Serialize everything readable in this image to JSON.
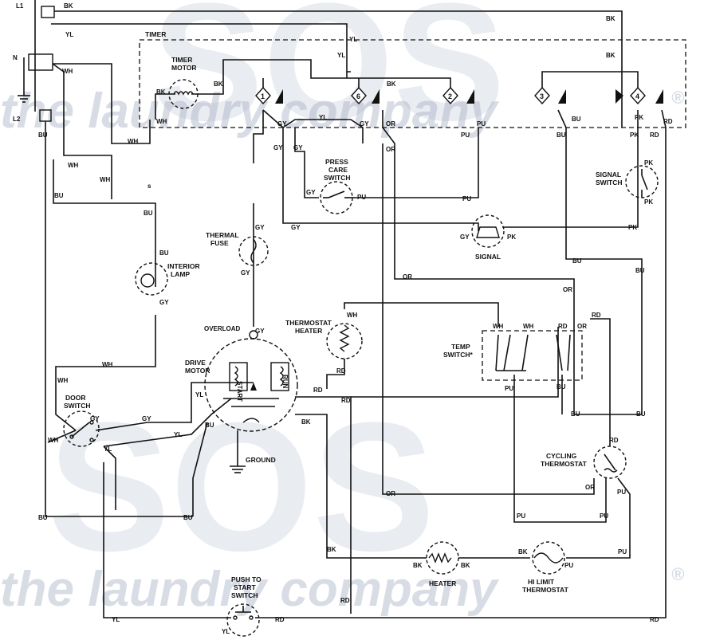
{
  "watermark": {
    "big": "SOS",
    "text": "the laundry company",
    "reg": "®"
  },
  "components": {
    "timer": "TIMER",
    "timer_motor": [
      "TIMER",
      "MOTOR"
    ],
    "press_care_switch": [
      "PRESS",
      "CARE",
      "SWITCH"
    ],
    "signal_switch": [
      "SIGNAL",
      "SWITCH"
    ],
    "signal": "SIGNAL",
    "thermal_fuse": [
      "THERMAL",
      "FUSE"
    ],
    "interior_lamp": [
      "INTERIOR",
      "LAMP"
    ],
    "thermostat_heater": [
      "THERMOSTAT",
      "HEATER"
    ],
    "temp_switch": [
      "TEMP",
      "SWITCH*"
    ],
    "overload": "OVERLOAD",
    "drive_motor": [
      "DRIVE",
      "MOTOR"
    ],
    "start": "START",
    "run": "RUN",
    "door_switch": [
      "DOOR",
      "SWITCH"
    ],
    "ground": "GROUND",
    "cycling_thermostat": [
      "CYCLING",
      "THERMOSTAT"
    ],
    "heater": "HEATER",
    "hi_limit_thermostat": [
      "HI LIMIT",
      "THERMOSTAT"
    ],
    "push_to_start": [
      "PUSH TO",
      "START",
      "SWITCH"
    ]
  },
  "terminals": {
    "l1": "L1",
    "n": "N",
    "l2": "L2"
  },
  "timer_contacts": [
    "1",
    "6",
    "2",
    "3",
    "4"
  ],
  "stray_mark": "s",
  "wire_colors": {
    "BK": "BK",
    "YL": "YL",
    "WH": "WH",
    "BU": "BU",
    "GY": "GY",
    "OR": "OR",
    "PU": "PU",
    "PK": "PK",
    "RD": "RD"
  }
}
